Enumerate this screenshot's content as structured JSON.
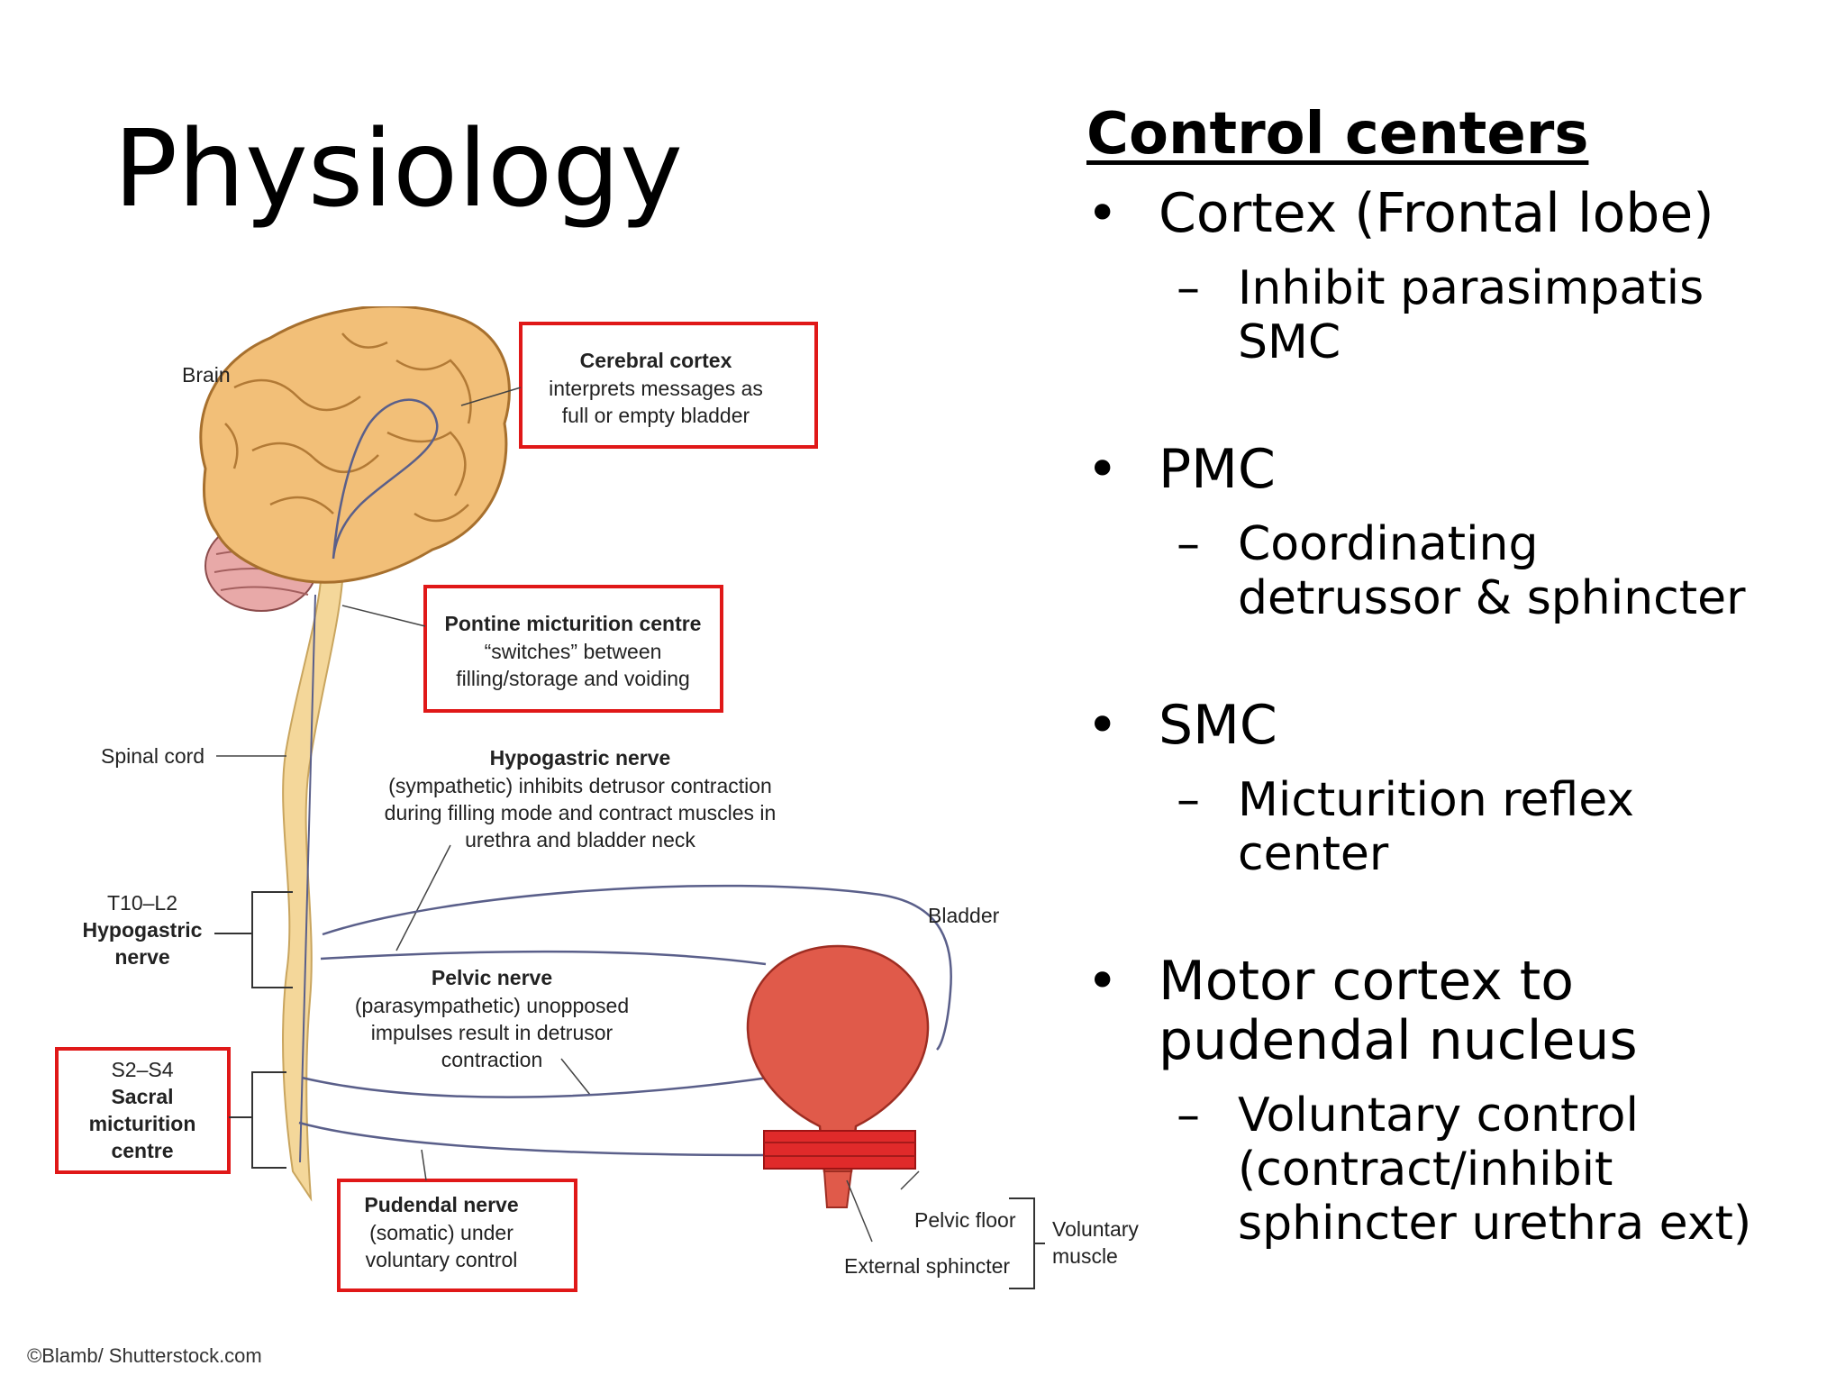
{
  "slide": {
    "title": "Physiology"
  },
  "control_centers": {
    "heading": "Control centers",
    "items": [
      {
        "bullet": "•",
        "label": "Cortex (Frontal lobe)",
        "sub_dash": "–",
        "sub": [
          "Inhibit parasimpatis",
          "SMC"
        ]
      },
      {
        "bullet": "•",
        "label": "PMC",
        "sub_dash": "–",
        "sub": [
          "Coordinating",
          "detrussor & sphincter"
        ]
      },
      {
        "bullet": "•",
        "label": "SMC",
        "sub_dash": "–",
        "sub": [
          "Micturition reflex",
          "center"
        ]
      },
      {
        "bullet": "•",
        "label_lines": [
          "Motor cortex to",
          "pudendal nucleus"
        ],
        "sub_dash": "–",
        "sub": [
          "Voluntary control",
          "(contract/inhibit",
          "sphincter urethra ext)"
        ]
      }
    ]
  },
  "diagram": {
    "brain_label": "Brain",
    "cerebral_cortex": {
      "title": "Cerebral cortex",
      "lines": [
        "interprets messages as",
        "full or empty bladder"
      ]
    },
    "pontine": {
      "title": "Pontine micturition centre",
      "lines": [
        "“switches” between",
        "filling/storage and voiding"
      ]
    },
    "spinal_cord_label": "Spinal cord",
    "hypogastric": {
      "title": "Hypogastric nerve",
      "lines": [
        "(sympathetic) inhibits detrusor contraction",
        "during filling mode and contract muscles in",
        "urethra and bladder neck"
      ]
    },
    "t10_l2": {
      "range": "T10–L2",
      "name_lines": [
        "Hypogastric",
        "nerve"
      ]
    },
    "bladder_label": "Bladder",
    "pelvic": {
      "title": "Pelvic nerve",
      "lines": [
        "(parasympathetic) unopposed",
        "impulses result in detrusor",
        "contraction"
      ]
    },
    "s2_s4": {
      "range": "S2–S4",
      "name_lines": [
        "Sacral",
        "micturition",
        "centre"
      ]
    },
    "pudendal": {
      "title": "Pudendal nerve",
      "lines": [
        "(somatic) under",
        "voluntary control"
      ]
    },
    "pelvic_floor_label": "Pelvic floor",
    "external_sphincter_label": "External sphincter",
    "voluntary_muscle_lines": [
      "Voluntary",
      "muscle"
    ],
    "credit": "©Blamb/ Shutterstock.com",
    "colors": {
      "brain": "#f2bf78",
      "cerebellum": "#e8a9a8",
      "cord": "#f4d79a",
      "bladder": "#e05a4a",
      "sphincter": "#e02a2a",
      "highlight_box": "#e01818",
      "nerve": "#5a5f8a"
    }
  }
}
